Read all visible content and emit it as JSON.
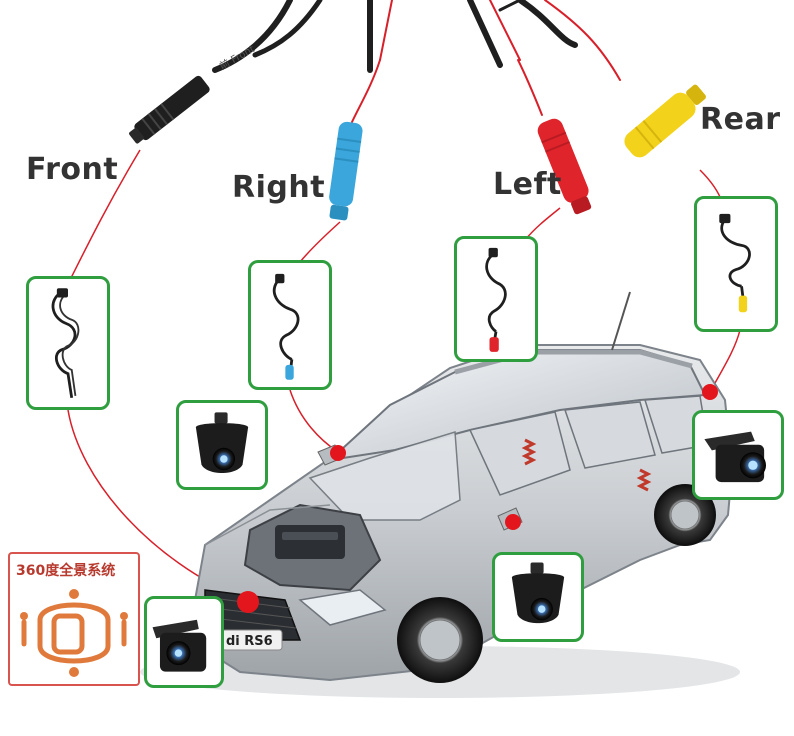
{
  "labels": {
    "front": "Front",
    "right": "Right",
    "left": "Left",
    "rear": "Rear"
  },
  "cable_print": "前 Front",
  "car_badge": "di RS6",
  "system_badge": {
    "text": "360度全景系统",
    "icon": "car-360-view-icon"
  },
  "colors": {
    "frame_green": "#2f9e3f",
    "cable_red": "#d8202a",
    "connector_black": "#1f1f1f",
    "connector_blue": "#3aa6dc",
    "connector_red": "#e0242b",
    "connector_yellow": "#f2d21a",
    "badge_red": "#d9534f",
    "label_gray": "#333333"
  }
}
